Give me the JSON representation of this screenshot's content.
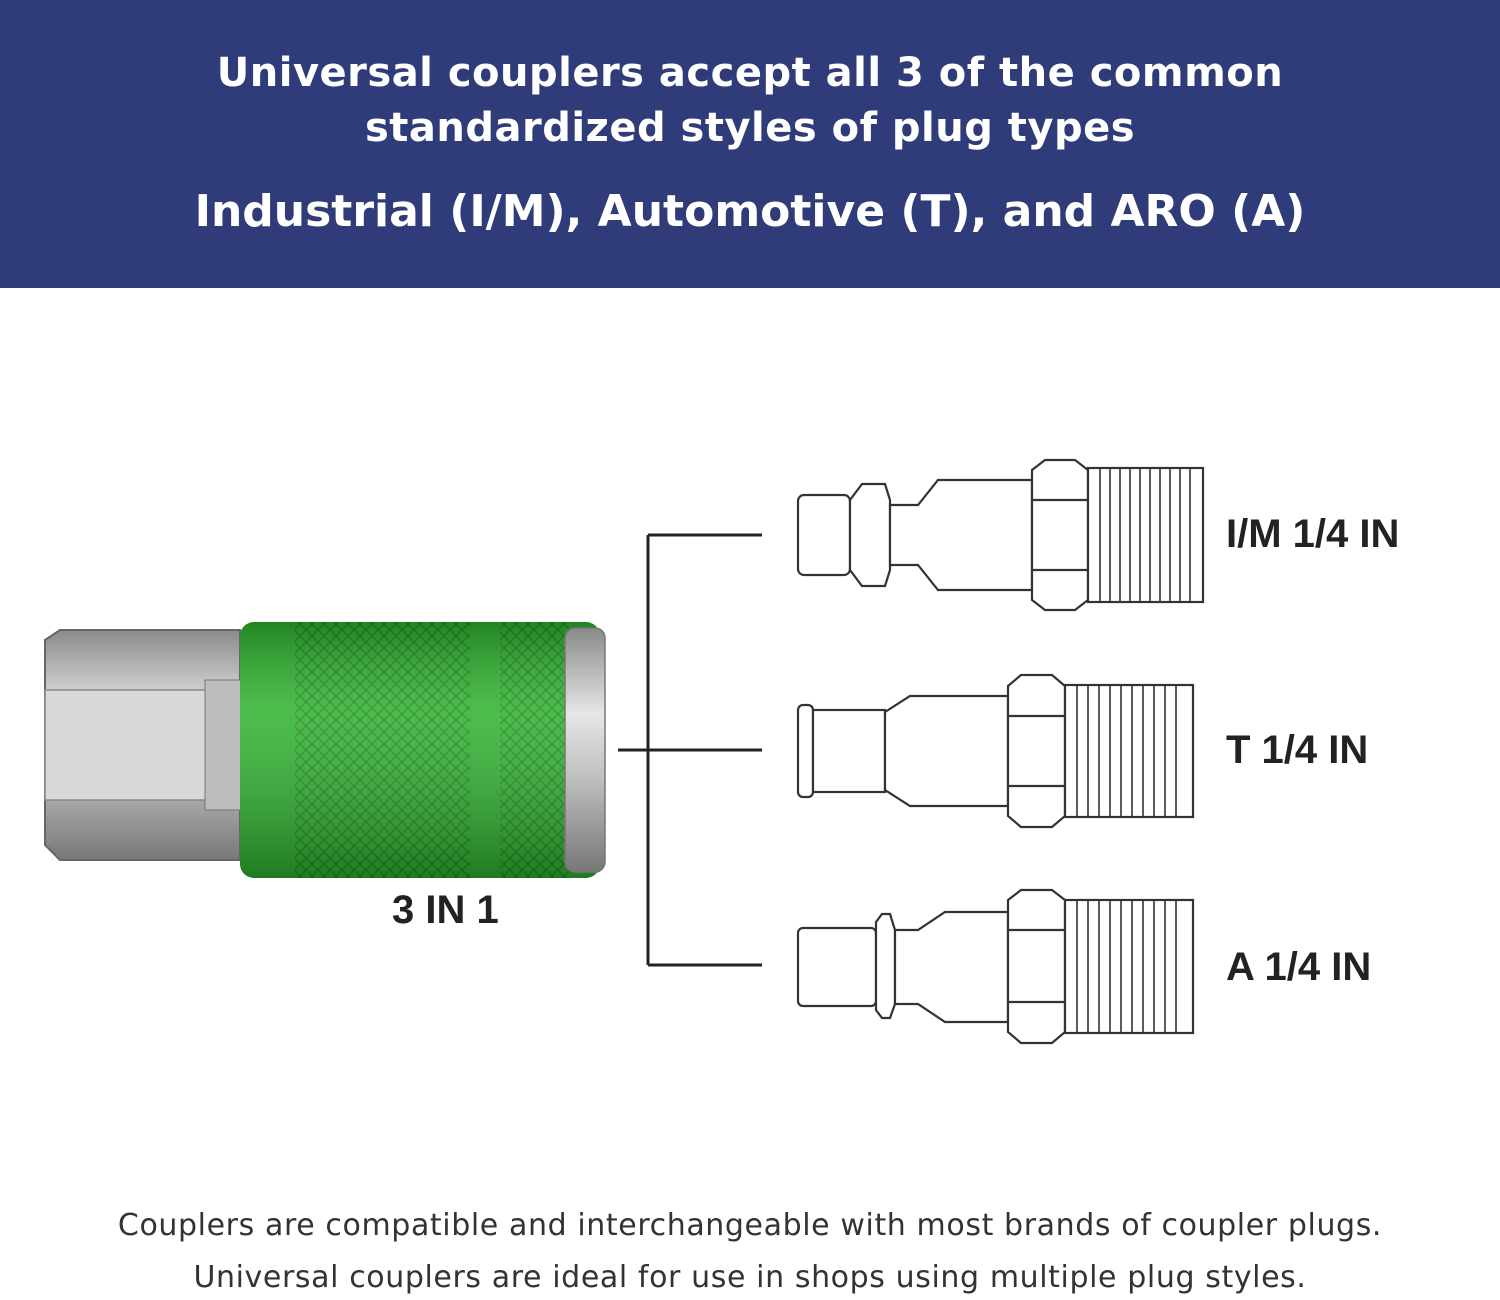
{
  "header": {
    "line1": "Universal couplers accept all 3 of the common",
    "line2": "standardized styles of plug types",
    "line3": "Industrial (I/M), Automotive (T), and ARO (A)"
  },
  "coupler": {
    "label": "3 IN 1",
    "color": "#2db02d"
  },
  "plugs": [
    {
      "label": "I/M 1/4 IN"
    },
    {
      "label": "T 1/4 IN"
    },
    {
      "label": "A 1/4 IN"
    }
  ],
  "footer": {
    "line1": "Couplers are compatible and interchangeable with most brands of coupler plugs.",
    "line2": "Universal couplers are ideal for use in shops using multiple plug styles."
  },
  "colors": {
    "banner": "#2f3c79"
  }
}
